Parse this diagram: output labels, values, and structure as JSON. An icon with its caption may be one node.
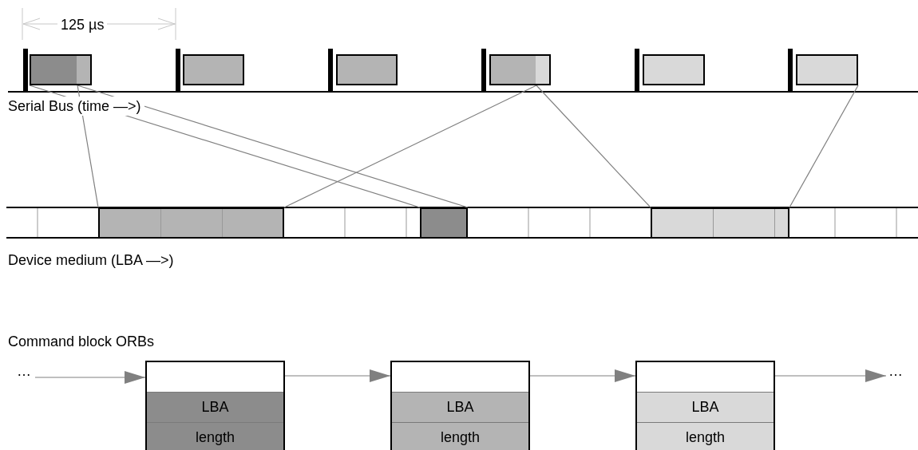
{
  "diagram": {
    "nodes": [
      {
        "text": [],
        "shape": "box"
      },
      {
        "text": [],
        "shape": "box"
      },
      {
        "text": [],
        "shape": "box"
      },
      {
        "text": [],
        "shape": "box"
      },
      {
        "text": [],
        "shape": "box"
      },
      {
        "text": [],
        "shape": "box"
      },
      {
        "text": [],
        "shape": "box"
      },
      {
        "text": [],
        "shape": "box"
      },
      {
        "text": [],
        "shape": "box"
      },
      {
        "text": [
          "…"
        ]
      },
      {
        "text": [
          "LBA",
          "length"
        ]
      },
      {
        "text": [
          "LBA",
          "length"
        ]
      },
      {
        "text": [
          "LBA",
          "length"
        ]
      },
      {
        "text": [
          "…"
        ]
      }
    ],
    "edges": [
      {
        "from": 0,
        "to": 7,
        "arrow": "none"
      },
      {
        "from": 0,
        "to": 7,
        "arrow": "none"
      },
      {
        "from": 0,
        "to": 6,
        "arrow": "none"
      },
      {
        "from": 3,
        "to": 6,
        "arrow": "none"
      },
      {
        "from": 3,
        "to": 8,
        "arrow": "none"
      },
      {
        "from": 5,
        "to": 8,
        "arrow": "none"
      },
      {
        "from": 9,
        "to": 10,
        "arrow": "to"
      },
      {
        "from": 10,
        "to": 11,
        "arrow": "to"
      },
      {
        "from": 11,
        "to": 12,
        "arrow": "to"
      },
      {
        "from": 12,
        "to": 13,
        "arrow": "to"
      }
    ],
    "labels": [
      "125 µs",
      "Serial Bus (time —>)",
      "Device medium (LBA —>)",
      "Command block ORBs"
    ]
  }
}
